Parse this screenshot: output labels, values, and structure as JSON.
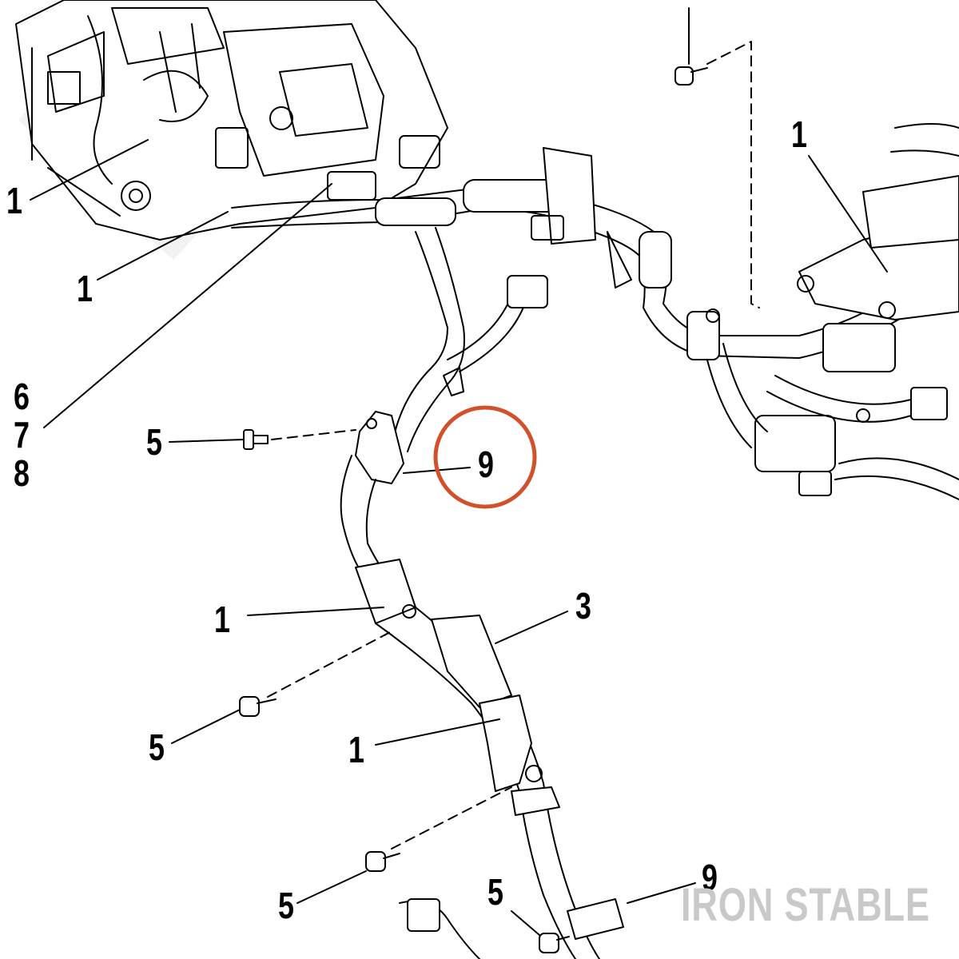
{
  "diagram": {
    "callouts": [
      {
        "id": "c1a",
        "text": "1"
      },
      {
        "id": "c1b",
        "text": "1"
      },
      {
        "id": "c1c",
        "text": "1"
      },
      {
        "id": "c1d",
        "text": "1"
      },
      {
        "id": "c1e",
        "text": "1"
      },
      {
        "id": "c3",
        "text": "3"
      },
      {
        "id": "c5a",
        "text": "5"
      },
      {
        "id": "c5b",
        "text": "5"
      },
      {
        "id": "c5c",
        "text": "5"
      },
      {
        "id": "c5d",
        "text": "5"
      },
      {
        "id": "c6",
        "text": "6"
      },
      {
        "id": "c7",
        "text": "7"
      },
      {
        "id": "c8",
        "text": "8"
      },
      {
        "id": "c9a",
        "text": "9"
      },
      {
        "id": "c9b",
        "text": "9"
      }
    ],
    "highlight_color": "#d2502a",
    "line_color": "#000000",
    "watermark_color": "#c9c9c9"
  },
  "branding": {
    "watermark": "IRON STABLE",
    "background_mark": "IRON STABLE"
  }
}
